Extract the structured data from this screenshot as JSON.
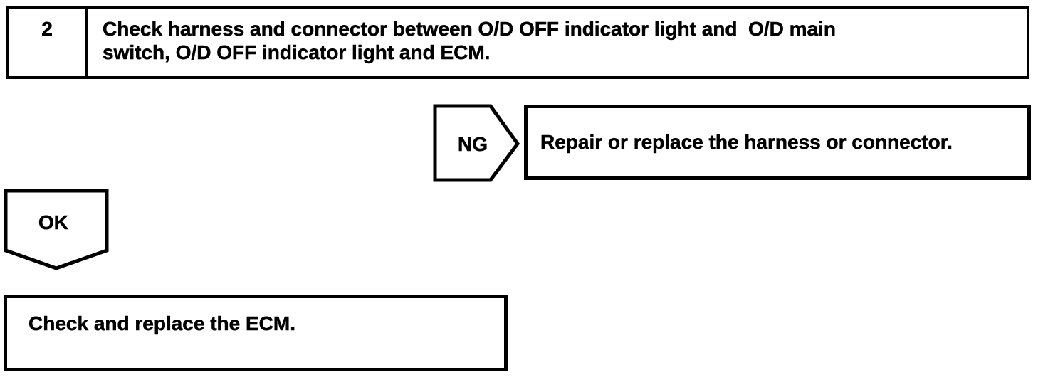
{
  "colors": {
    "ink": "#000000",
    "paper": "#ffffff"
  },
  "flowchart": {
    "step": {
      "number": "2",
      "instruction_line1": "Check harness and connector between O/D OFF indicator light and  O/D main",
      "instruction_line2": "switch, O/D OFF indicator light and ECM."
    },
    "ng": {
      "label": "NG",
      "action": "Repair or replace the harness or connector."
    },
    "ok": {
      "label": "OK",
      "action": "Check and replace the ECM."
    }
  }
}
